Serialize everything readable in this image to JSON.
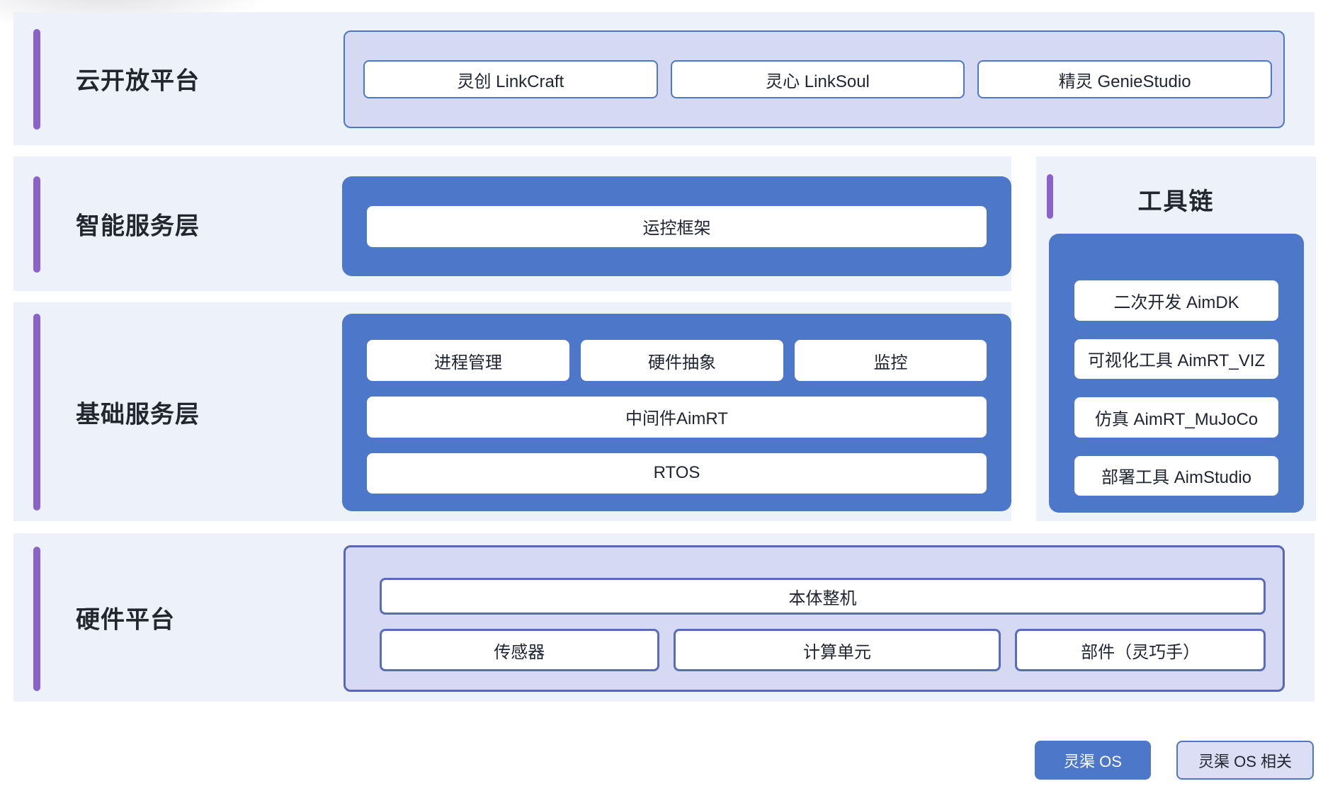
{
  "diagram": {
    "sections": {
      "cloud": {
        "title": "云开放平台",
        "boxes": [
          "灵创 LinkCraft",
          "灵心 LinkSoul",
          "精灵 GenieStudio"
        ]
      },
      "intelligent": {
        "title": "智能服务层",
        "boxes": [
          "运控框架"
        ]
      },
      "foundation": {
        "title": "基础服务层",
        "top_row": [
          "进程管理",
          "硬件抽象",
          "监控"
        ],
        "middle_box": "中间件AimRT",
        "bottom_box": "RTOS"
      },
      "toolchain": {
        "title": "工具链",
        "boxes": [
          "二次开发 AimDK",
          "可视化工具 AimRT_VIZ",
          "仿真 AimRT_MuJoCo",
          "部署工具 AimStudio"
        ]
      },
      "hardware": {
        "title": "硬件平台",
        "top_box": "本体整机",
        "bottom_row": [
          "传感器",
          "计算单元",
          "部件（灵巧手）"
        ]
      }
    },
    "legend": {
      "os_label": "灵渠 OS",
      "related_label": "灵渠 OS 相关"
    },
    "colors": {
      "blue_fill": "#4d77c8",
      "light_container_fill": "#d5d9f1",
      "light_container_border": "#4d77c8",
      "hardware_container_border": "#5a68b4",
      "row_panel_bg": "#edf1f9",
      "accent_bar_purple": "#8a62c9",
      "title_text": "#23252f",
      "box_text": "#1f2430",
      "box_fill": "#ffffff"
    }
  }
}
